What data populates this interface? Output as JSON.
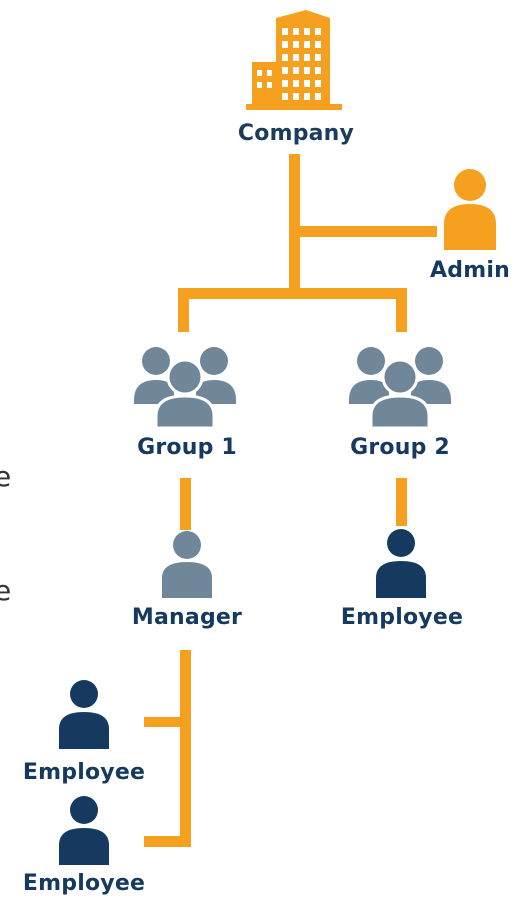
{
  "nodes": {
    "company": {
      "label": "Company"
    },
    "admin": {
      "label": "Admin"
    },
    "group1": {
      "label": "Group 1"
    },
    "group2": {
      "label": "Group 2"
    },
    "manager": {
      "label": "Manager"
    },
    "employee_group2": {
      "label": "Employee"
    },
    "employee_1": {
      "label": "Employee"
    },
    "employee_2": {
      "label": "Employee"
    }
  },
  "edges": [
    {
      "from": "Company",
      "to": "Admin"
    },
    {
      "from": "Company",
      "to": "Group 1"
    },
    {
      "from": "Company",
      "to": "Group 2"
    },
    {
      "from": "Group 1",
      "to": "Manager"
    },
    {
      "from": "Group 2",
      "to": "Employee"
    },
    {
      "from": "Manager",
      "to": "Employee"
    },
    {
      "from": "Manager",
      "to": "Employee"
    }
  ],
  "cut_off_text": [
    "e",
    "e"
  ],
  "colors": {
    "orange": "#f5a01e",
    "gray_blue": "#6f8799",
    "navy": "#163a5f",
    "company_text": "#1c3c5c"
  }
}
